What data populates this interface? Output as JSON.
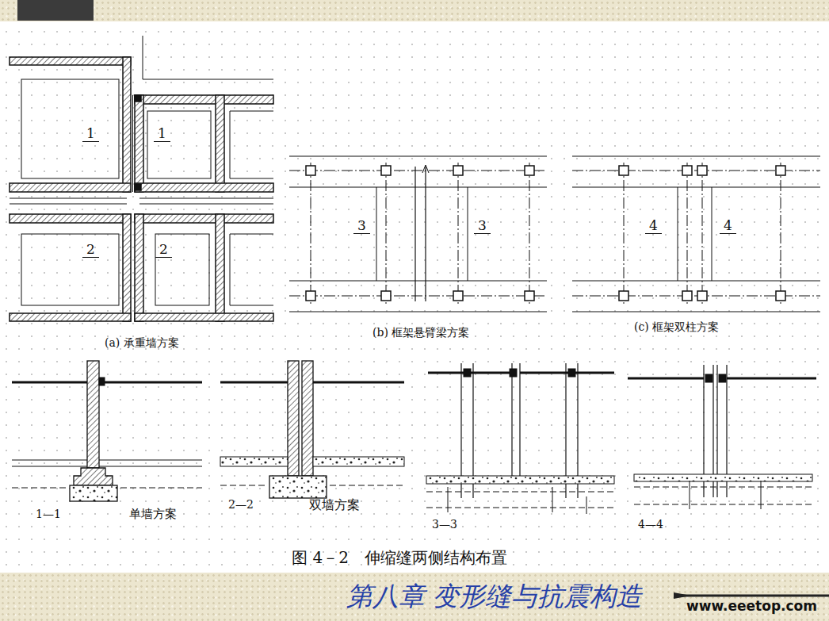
{
  "diagram": {
    "caption": "图 4－2　伸缩缝两侧结构布置",
    "labels": [
      "1",
      "1",
      "2",
      "2",
      "(a) 承重墙方案",
      "3",
      "3",
      "(b) 框架悬臂梁方案",
      "4",
      "4",
      "(c) 框架双柱方案",
      "1—1",
      "单墙方案",
      "2—2",
      "双墙方案",
      "3—3",
      "4—4",
      "第八章 变形缝与抗震构造",
      "www.eeetop.com"
    ]
  }
}
